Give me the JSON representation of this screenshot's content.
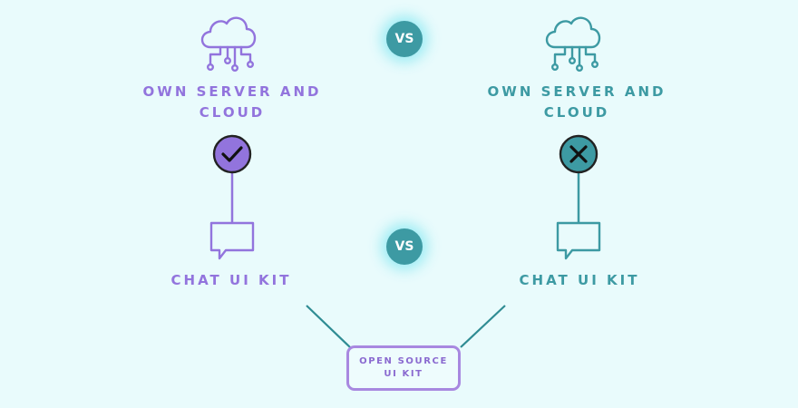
{
  "colors": {
    "left_accent": "#9274dd",
    "right_accent": "#3d9aa3",
    "background": "#e9fbfc",
    "vs_badge": "#3d9aa3"
  },
  "left": {
    "server_label": "OWN SERVER AND\nCLOUD",
    "status_icon": "check-icon",
    "kit_label": "CHAT UI KIT"
  },
  "right": {
    "server_label": "OWN SERVER AND\nCLOUD",
    "status_icon": "x-icon",
    "kit_label": "CHAT UI KIT"
  },
  "vs_labels": [
    "VS",
    "VS"
  ],
  "bottom_box_label": "OPEN SOURCE\nUI KIT"
}
